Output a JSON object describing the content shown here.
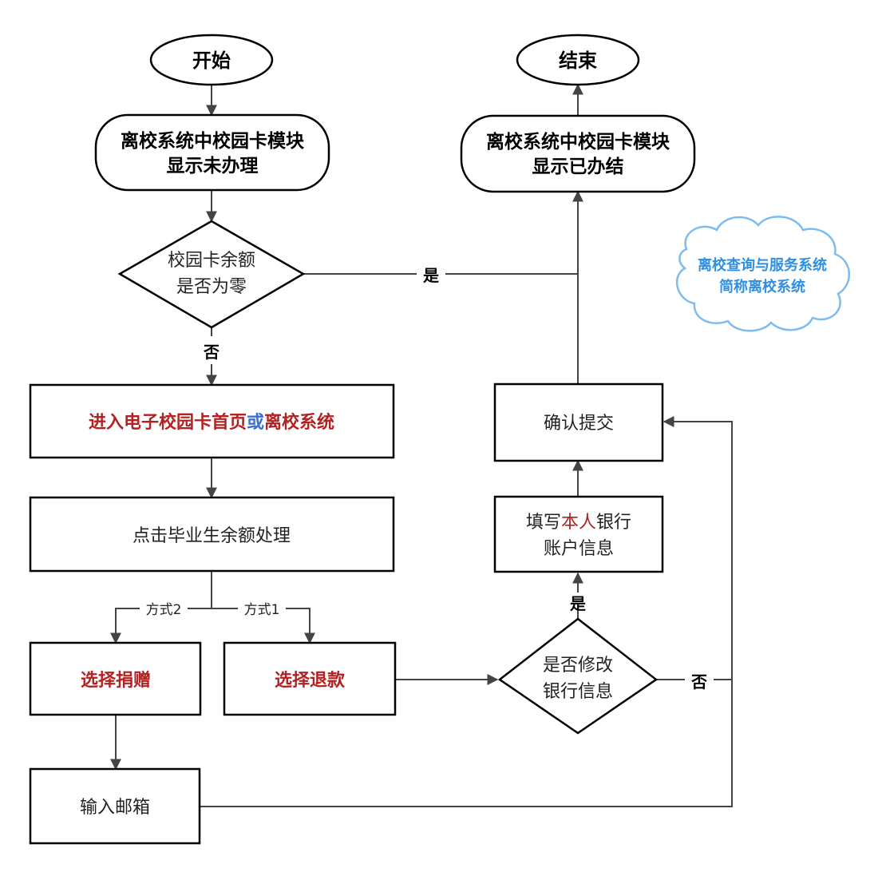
{
  "nodes": {
    "start": "开始",
    "end": "结束",
    "show_unprocessed": [
      "离校系统中校园卡模块",
      "显示未办理"
    ],
    "show_done": [
      "离校系统中校园卡模块",
      "显示已办结"
    ],
    "balance_zero": [
      "校园卡余额",
      "是否为零"
    ],
    "enter_system": {
      "part1": "进入电子校园卡首页",
      "part2": "或",
      "part3": "离校系统"
    },
    "click_balance": "点击毕业生余额处理",
    "choose_donate": "选择捐赠",
    "choose_refund": "选择退款",
    "input_email": "输入邮箱",
    "modify_bank": [
      "是否修改",
      "银行信息"
    ],
    "fill_bank": {
      "line1_a": "填写",
      "line1_b": "本人",
      "line1_c": "银行",
      "line2": "账户信息"
    },
    "confirm_submit": "确认提交"
  },
  "edge_labels": {
    "yes_balance": "是",
    "no_balance": "否",
    "method2": "方式2",
    "method1": "方式1",
    "yes_modify": "是",
    "no_modify": "否"
  },
  "note": [
    "离校查询与服务系统",
    "简称离校系统"
  ],
  "colors": {
    "emphasis_red": "#b22222",
    "emphasis_blue": "#3d6fd6",
    "note_blue": "#2f8fe0",
    "cloud_stroke": "#7cbcf0"
  }
}
